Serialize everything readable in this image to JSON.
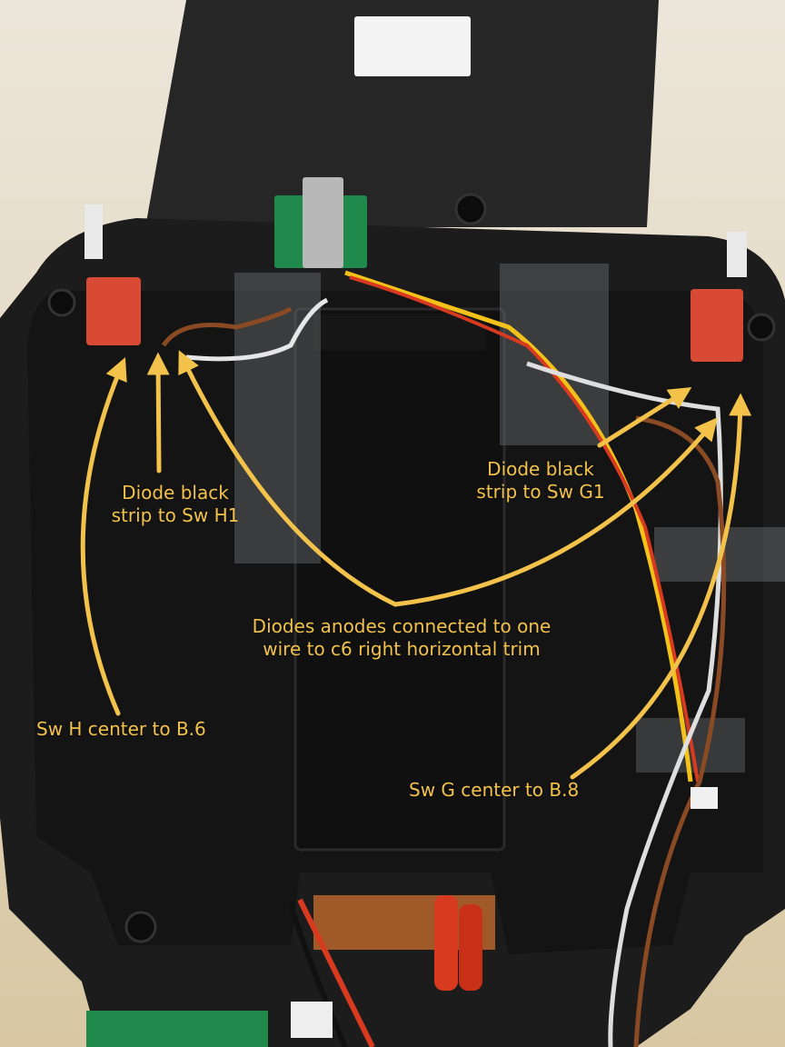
{
  "annotations": {
    "diode_h1": "Diode black\nstrip to Sw H1",
    "diode_g1": "Diode black\nstrip to Sw G1",
    "anodes": "Diodes anodes connected to one\nwire to c6 right horizontal trim",
    "sw_h_center": "Sw H center  to  B.6",
    "sw_g_center": "Sw G center  to  B.8"
  },
  "colors": {
    "annotation": "#f2c24b",
    "case_black": "#1c1c1d",
    "wall_floor": "#d9c9a8",
    "switch_red": "#d84a34",
    "pcb_green": "#1f8a4c"
  }
}
